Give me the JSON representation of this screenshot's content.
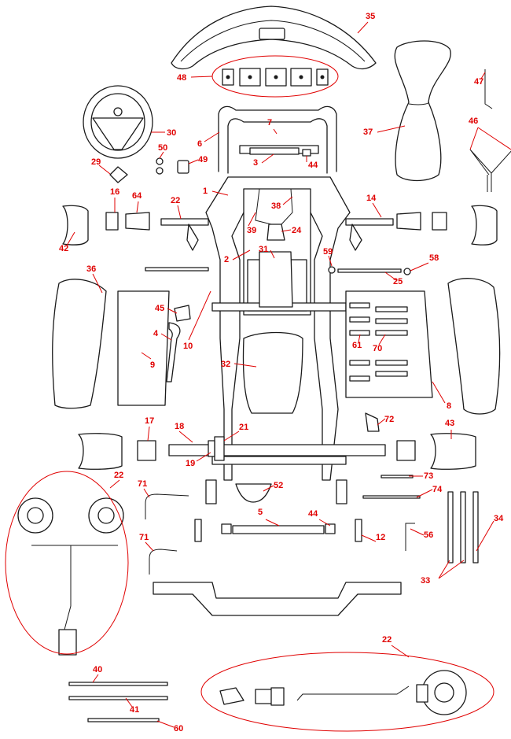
{
  "diagram": {
    "accent_color": "#e00000",
    "line_color": "#1a1a1a",
    "callouts": [
      "1",
      "2",
      "3",
      "4",
      "5",
      "6",
      "7",
      "8",
      "9",
      "10",
      "12",
      "14",
      "16",
      "17",
      "18",
      "19",
      "21",
      "22",
      "22",
      "22",
      "24",
      "25",
      "29",
      "30",
      "31",
      "32",
      "33",
      "34",
      "35",
      "36",
      "37",
      "38",
      "39",
      "40",
      "41",
      "42",
      "43",
      "44",
      "44",
      "45",
      "46",
      "47",
      "48",
      "49",
      "50",
      "52",
      "56",
      "58",
      "59",
      "60",
      "61",
      "64",
      "70",
      "71",
      "71",
      "72",
      "73",
      "74"
    ]
  }
}
